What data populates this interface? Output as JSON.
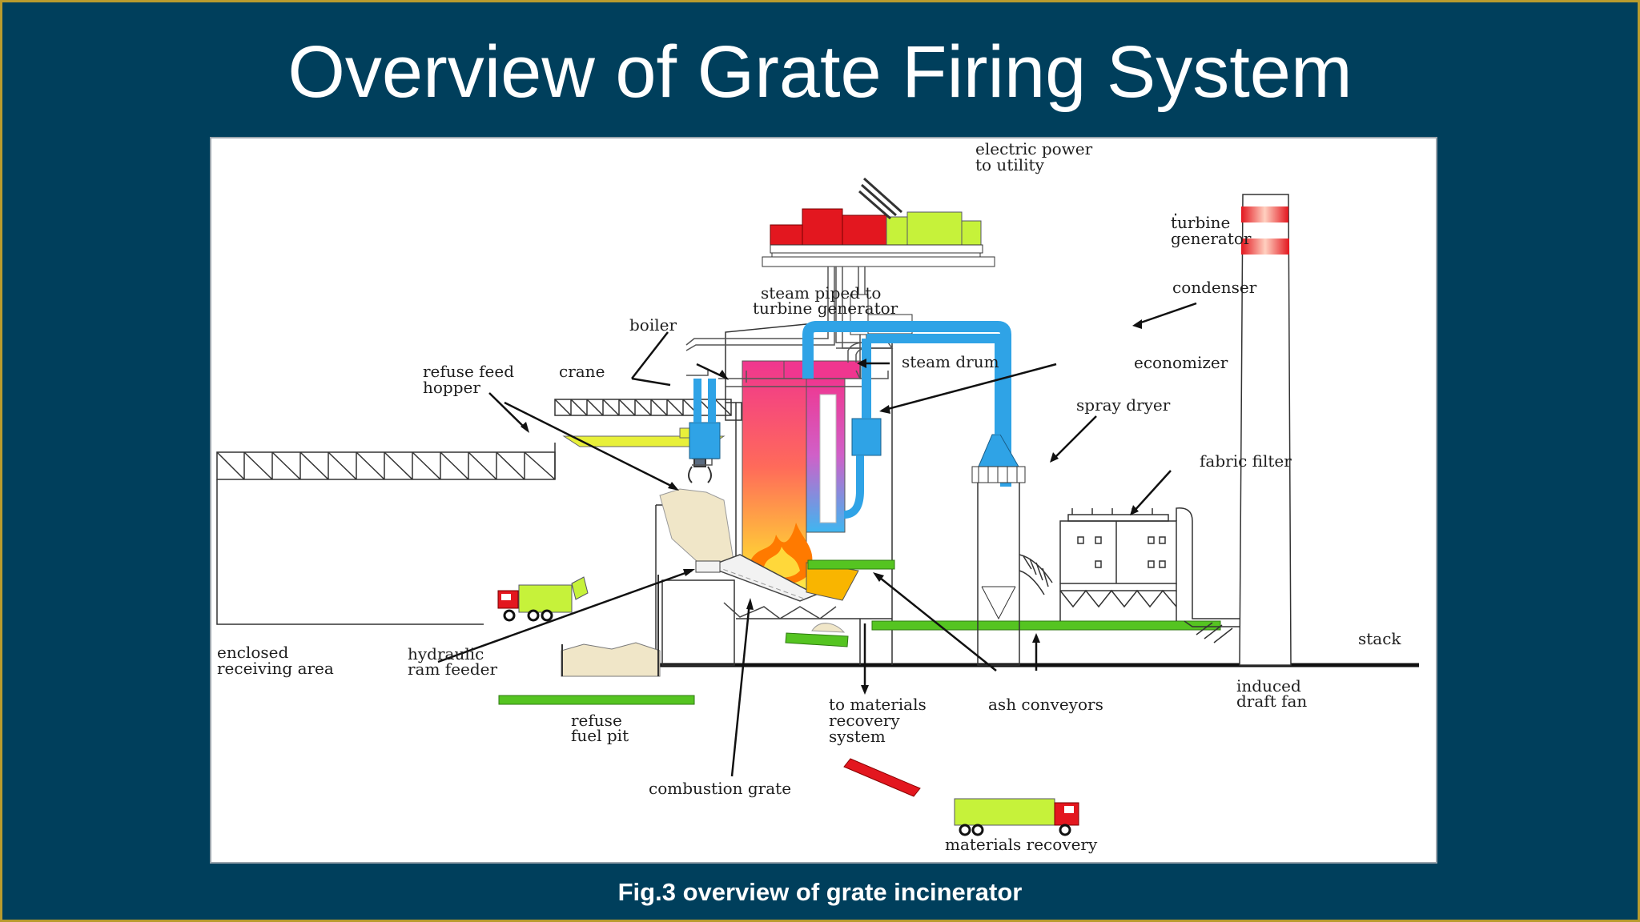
{
  "slide": {
    "title": "Overview of Grate Firing System",
    "caption": "Fig.3  overview of grate incinerator"
  },
  "diagram": {
    "labels": {
      "electric_power_1": "electric power",
      "electric_power_2": "to utility",
      "turbine_generator_1": "turbine",
      "turbine_generator_2": "generator",
      "condenser": "condenser",
      "steam_piped_1": "steam piped to",
      "steam_piped_2": "turbine generator",
      "boiler": "boiler",
      "steam_drum": "steam drum",
      "economizer": "economizer",
      "refuse_feed_hopper_1": "refuse feed",
      "refuse_feed_hopper_2": "hopper",
      "crane": "crane",
      "spray_dryer": "spray dryer",
      "fabric_filter": "fabric filter",
      "stack": "stack",
      "enclosed_receiving_area_1": "enclosed",
      "enclosed_receiving_area_2": "receiving area",
      "hydraulic_ram_feeder_1": "hydraulic",
      "hydraulic_ram_feeder_2": "ram feeder",
      "refuse_fuel_pit_1": "refuse",
      "refuse_fuel_pit_2": "fuel pit",
      "to_materials_recovery_1": "to materials",
      "to_materials_recovery_2": "recovery",
      "to_materials_recovery_3": "system",
      "ash_conveyors": "ash conveyors",
      "induced_draft_fan_1": "induced",
      "induced_draft_fan_2": "draft fan",
      "combustion_grate": "combustion grate",
      "materials_recovery": "materials recovery"
    },
    "colors": {
      "slide_background": "#003f5c",
      "border": "#b89b2e",
      "lime": "#c6f23a",
      "green_conveyor": "#55c421",
      "red": "#e3171f",
      "magenta": "#f0388c",
      "blue_duct": "#2fa3e6",
      "flame": "#ff8a00"
    },
    "icons": [
      "garbage-truck-icon",
      "materials-truck-icon",
      "flame-icon",
      "crane-grab-icon"
    ]
  }
}
